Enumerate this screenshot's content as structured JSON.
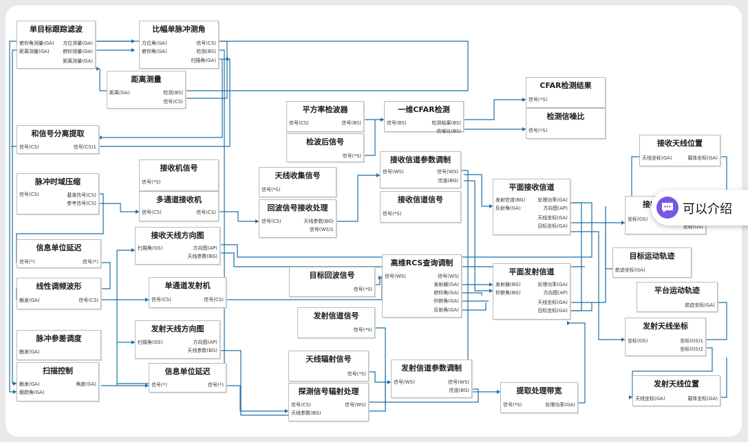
{
  "diagram": {
    "blocks": [
      {
        "id": "b1",
        "title": "单目标跟踪滤波",
        "ports": [
          {
            "t": "俯仰角测量(GA)",
            "a": "l"
          },
          {
            "t": "方位测量(GA)",
            "a": "r"
          },
          {
            "t": "距离测量(GA)",
            "a": "l"
          },
          {
            "t": "俯仰测量(GA)",
            "a": "r"
          },
          {
            "t": "距离测量(GA)",
            "a": "r"
          }
        ]
      },
      {
        "id": "b2",
        "title": "比幅单脉冲测角",
        "ports": [
          {
            "t": "方位角(GA)",
            "a": "l"
          },
          {
            "t": "信号(CS)",
            "a": "r"
          },
          {
            "t": "俯仰角(GA)",
            "a": "l"
          },
          {
            "t": "检测(BS)",
            "a": "r"
          },
          {
            "t": "扫描角(GA)",
            "a": "r"
          }
        ]
      },
      {
        "id": "b3",
        "title": "距离测量",
        "ports": [
          {
            "t": "距离(GA)",
            "a": "l"
          },
          {
            "t": "检测(BS)",
            "a": "r"
          },
          {
            "t": "信号(CS)",
            "a": "r"
          }
        ]
      },
      {
        "id": "b4",
        "title": "和信号分离提取",
        "ports": [
          {
            "t": "信号(CS)",
            "a": "l"
          },
          {
            "t": "信号(CS)1",
            "a": "r"
          }
        ]
      },
      {
        "id": "b5",
        "title": "脉冲时域压缩",
        "ports": [
          {
            "t": "信号(CS)",
            "a": "l"
          },
          {
            "t": "基准信号(CS)",
            "a": "r"
          },
          {
            "t": "参考信号(CS)",
            "a": "r"
          }
        ]
      },
      {
        "id": "b6",
        "title": "信息单位延迟",
        "ports": [
          {
            "t": "信号(*)",
            "a": "l"
          },
          {
            "t": "信号(*)",
            "a": "r"
          }
        ]
      },
      {
        "id": "b7",
        "title": "线性调频波形",
        "ports": [
          {
            "t": "触发(GA)",
            "a": "l"
          },
          {
            "t": "信号(CS)",
            "a": "r"
          }
        ]
      },
      {
        "id": "b8",
        "title": "脉冲参差调度",
        "ports": [
          {
            "t": "触发(GA)",
            "a": "l"
          }
        ]
      },
      {
        "id": "b9",
        "title": "扫描控制",
        "ports": [
          {
            "t": "触发(GA)",
            "a": "l"
          },
          {
            "t": "角度(GA)",
            "a": "r"
          },
          {
            "t": "跟踪角(GA)",
            "a": "l"
          }
        ]
      },
      {
        "id": "b10",
        "title": "接收机信号",
        "ports": [
          {
            "t": "信号(*S)",
            "a": "l"
          }
        ]
      },
      {
        "id": "b11",
        "title": "多通道接收机",
        "ports": [
          {
            "t": "信号(CS)",
            "a": "l"
          },
          {
            "t": "信号(CS)",
            "a": "r"
          }
        ]
      },
      {
        "id": "b12",
        "title": "接收天线方向图",
        "ports": [
          {
            "t": "扫描角(GS)",
            "a": "l"
          },
          {
            "t": "方向图(AP)",
            "a": "r"
          },
          {
            "t": "天线参数(BG)",
            "a": "r"
          }
        ]
      },
      {
        "id": "b13",
        "title": "单通道发射机",
        "ports": [
          {
            "t": "信号(CS)",
            "a": "l"
          },
          {
            "t": "信号(CS)",
            "a": "r"
          }
        ]
      },
      {
        "id": "b14",
        "title": "发射天线方向图",
        "ports": [
          {
            "t": "扫描角(GS)",
            "a": "l"
          },
          {
            "t": "方向图(AP)",
            "a": "r"
          },
          {
            "t": "天线参数(BG)",
            "a": "r"
          }
        ]
      },
      {
        "id": "b15",
        "title": "信息单位延迟",
        "ports": [
          {
            "t": "信号(*)",
            "a": "l"
          },
          {
            "t": "信号(*)",
            "a": "r"
          }
        ]
      },
      {
        "id": "b16",
        "title": "平方率检波器",
        "ports": [
          {
            "t": "信号(CS)",
            "a": "l"
          },
          {
            "t": "信号(BS)",
            "a": "r"
          }
        ]
      },
      {
        "id": "b17",
        "title": "检波后信号",
        "ports": [
          {
            "t": "信号(*S)",
            "a": "r"
          }
        ]
      },
      {
        "id": "b18",
        "title": "一维CFAR检测",
        "ports": [
          {
            "t": "信号(BS)",
            "a": "l"
          },
          {
            "t": "检测结果(BS)",
            "a": "r"
          },
          {
            "t": "信噪比(BS)",
            "a": "r"
          }
        ]
      },
      {
        "id": "b19",
        "title": "CFAR检测结果",
        "ports": [
          {
            "t": "信号(*S)",
            "a": "l"
          }
        ]
      },
      {
        "id": "b20",
        "title": "检测信噪比",
        "ports": [
          {
            "t": "信号(*S)",
            "a": "l"
          }
        ]
      },
      {
        "id": "b21",
        "title": "天线收集信号",
        "ports": [
          {
            "t": "信号(*S)",
            "a": "l"
          }
        ]
      },
      {
        "id": "b22",
        "title": "回波信号接收处理",
        "ports": [
          {
            "t": "信号(CS)",
            "a": "l"
          },
          {
            "t": "天线参数(BG)",
            "a": "r"
          },
          {
            "t": "信号(WS)1",
            "a": "r"
          }
        ]
      },
      {
        "id": "b23",
        "title": "接收信道参数调制",
        "ports": [
          {
            "t": "信号(WS)",
            "a": "l"
          },
          {
            "t": "信号(WS)",
            "a": "r"
          },
          {
            "t": "信道(BG)",
            "a": "r"
          }
        ]
      },
      {
        "id": "b24",
        "title": "接收信道信号",
        "ports": [
          {
            "t": "信号(*S)",
            "a": "l"
          }
        ]
      },
      {
        "id": "b25",
        "title": "平面接收信道",
        "ports": [
          {
            "t": "发射信道(BG)",
            "a": "l"
          },
          {
            "t": "处理功率(GA)",
            "a": "r"
          },
          {
            "t": "反射角(GA)",
            "a": "l"
          },
          {
            "t": "方向图(AP)",
            "a": "r"
          },
          {
            "t": "天线坐标(GA)",
            "a": "r"
          },
          {
            "t": "目标坐标(GA)",
            "a": "r"
          }
        ]
      },
      {
        "id": "b26",
        "title": "目标回波信号",
        "ports": [
          {
            "t": "信号(*S)",
            "a": "r"
          }
        ]
      },
      {
        "id": "b27",
        "title": "高维RCS查询调制",
        "ports": [
          {
            "t": "信号(WS)",
            "a": "l"
          },
          {
            "t": "信号(WS)",
            "a": "r"
          },
          {
            "t": "发射器(GA)",
            "a": "r"
          },
          {
            "t": "俯仰角(GA)",
            "a": "r"
          },
          {
            "t": "仰俯角(GA)",
            "a": "r"
          },
          {
            "t": "反射角(GA)",
            "a": "r"
          }
        ]
      },
      {
        "id": "b28",
        "title": "发射信道信号",
        "ports": [
          {
            "t": "信号(*S)",
            "a": "r"
          }
        ]
      },
      {
        "id": "b29",
        "title": "平面发射信道",
        "ports": [
          {
            "t": "发射器(BG)",
            "a": "l"
          },
          {
            "t": "处理功率(GA)",
            "a": "r"
          },
          {
            "t": "仰俯角(BG)",
            "a": "l"
          },
          {
            "t": "方向图(AP)",
            "a": "r"
          },
          {
            "t": "天线坐标(GA)",
            "a": "r"
          },
          {
            "t": "目标坐标(GA)",
            "a": "r"
          }
        ]
      },
      {
        "id": "b30",
        "title": "天线辐射信号",
        "ports": [
          {
            "t": "信号(*S)",
            "a": "r"
          }
        ]
      },
      {
        "id": "b31",
        "title": "探测信号辐射处理",
        "ports": [
          {
            "t": "信号(CS)",
            "a": "l"
          },
          {
            "t": "信号(WS)",
            "a": "r"
          },
          {
            "t": "天线参数(BG)",
            "a": "l"
          }
        ]
      },
      {
        "id": "b32",
        "title": "发射信道参数调制",
        "ports": [
          {
            "t": "信号(WS)",
            "a": "l"
          },
          {
            "t": "信号(WS)",
            "a": "r"
          },
          {
            "t": "信道(BG)",
            "a": "r"
          }
        ]
      },
      {
        "id": "b33",
        "title": "提取处理带宽",
        "ports": [
          {
            "t": "信号(*S)",
            "a": "l"
          },
          {
            "t": "处理功率(GA)",
            "a": "r"
          }
        ]
      },
      {
        "id": "b34",
        "title": "接收天线位置",
        "ports": [
          {
            "t": "天线坐标(GA)",
            "a": "l"
          },
          {
            "t": "载体坐标(GA)",
            "a": "r"
          }
        ]
      },
      {
        "id": "b35",
        "title": "接收天线坐标",
        "ports": [
          {
            "t": "坐标(GS)",
            "a": "l"
          },
          {
            "t": "坐标(GS)",
            "a": "r"
          }
        ]
      },
      {
        "id": "b36",
        "title": "目标运动轨迹",
        "ports": [
          {
            "t": "航迹坐标(GA)",
            "a": "l"
          }
        ]
      },
      {
        "id": "b37",
        "title": "平台运动轨迹",
        "ports": [
          {
            "t": "航迹坐标(GA)",
            "a": "r"
          }
        ]
      },
      {
        "id": "b38",
        "title": "发射天线坐标",
        "ports": [
          {
            "t": "坐标(GS)",
            "a": "l"
          },
          {
            "t": "坐标(GS)1",
            "a": "r"
          },
          {
            "t": "坐标(GS)2",
            "a": "r"
          }
        ]
      },
      {
        "id": "b39",
        "title": "发射天线位置",
        "ports": [
          {
            "t": "天线坐标(GA)",
            "a": "l"
          },
          {
            "t": "载体坐标(GA)",
            "a": "r"
          }
        ]
      }
    ]
  },
  "chat_widget": {
    "label": "可以介绍",
    "icon": "chat-bubble-icon"
  },
  "colors": {
    "wire": "#1a6fa8",
    "border": "#b9b9b9",
    "accent": "#7b55e8"
  }
}
